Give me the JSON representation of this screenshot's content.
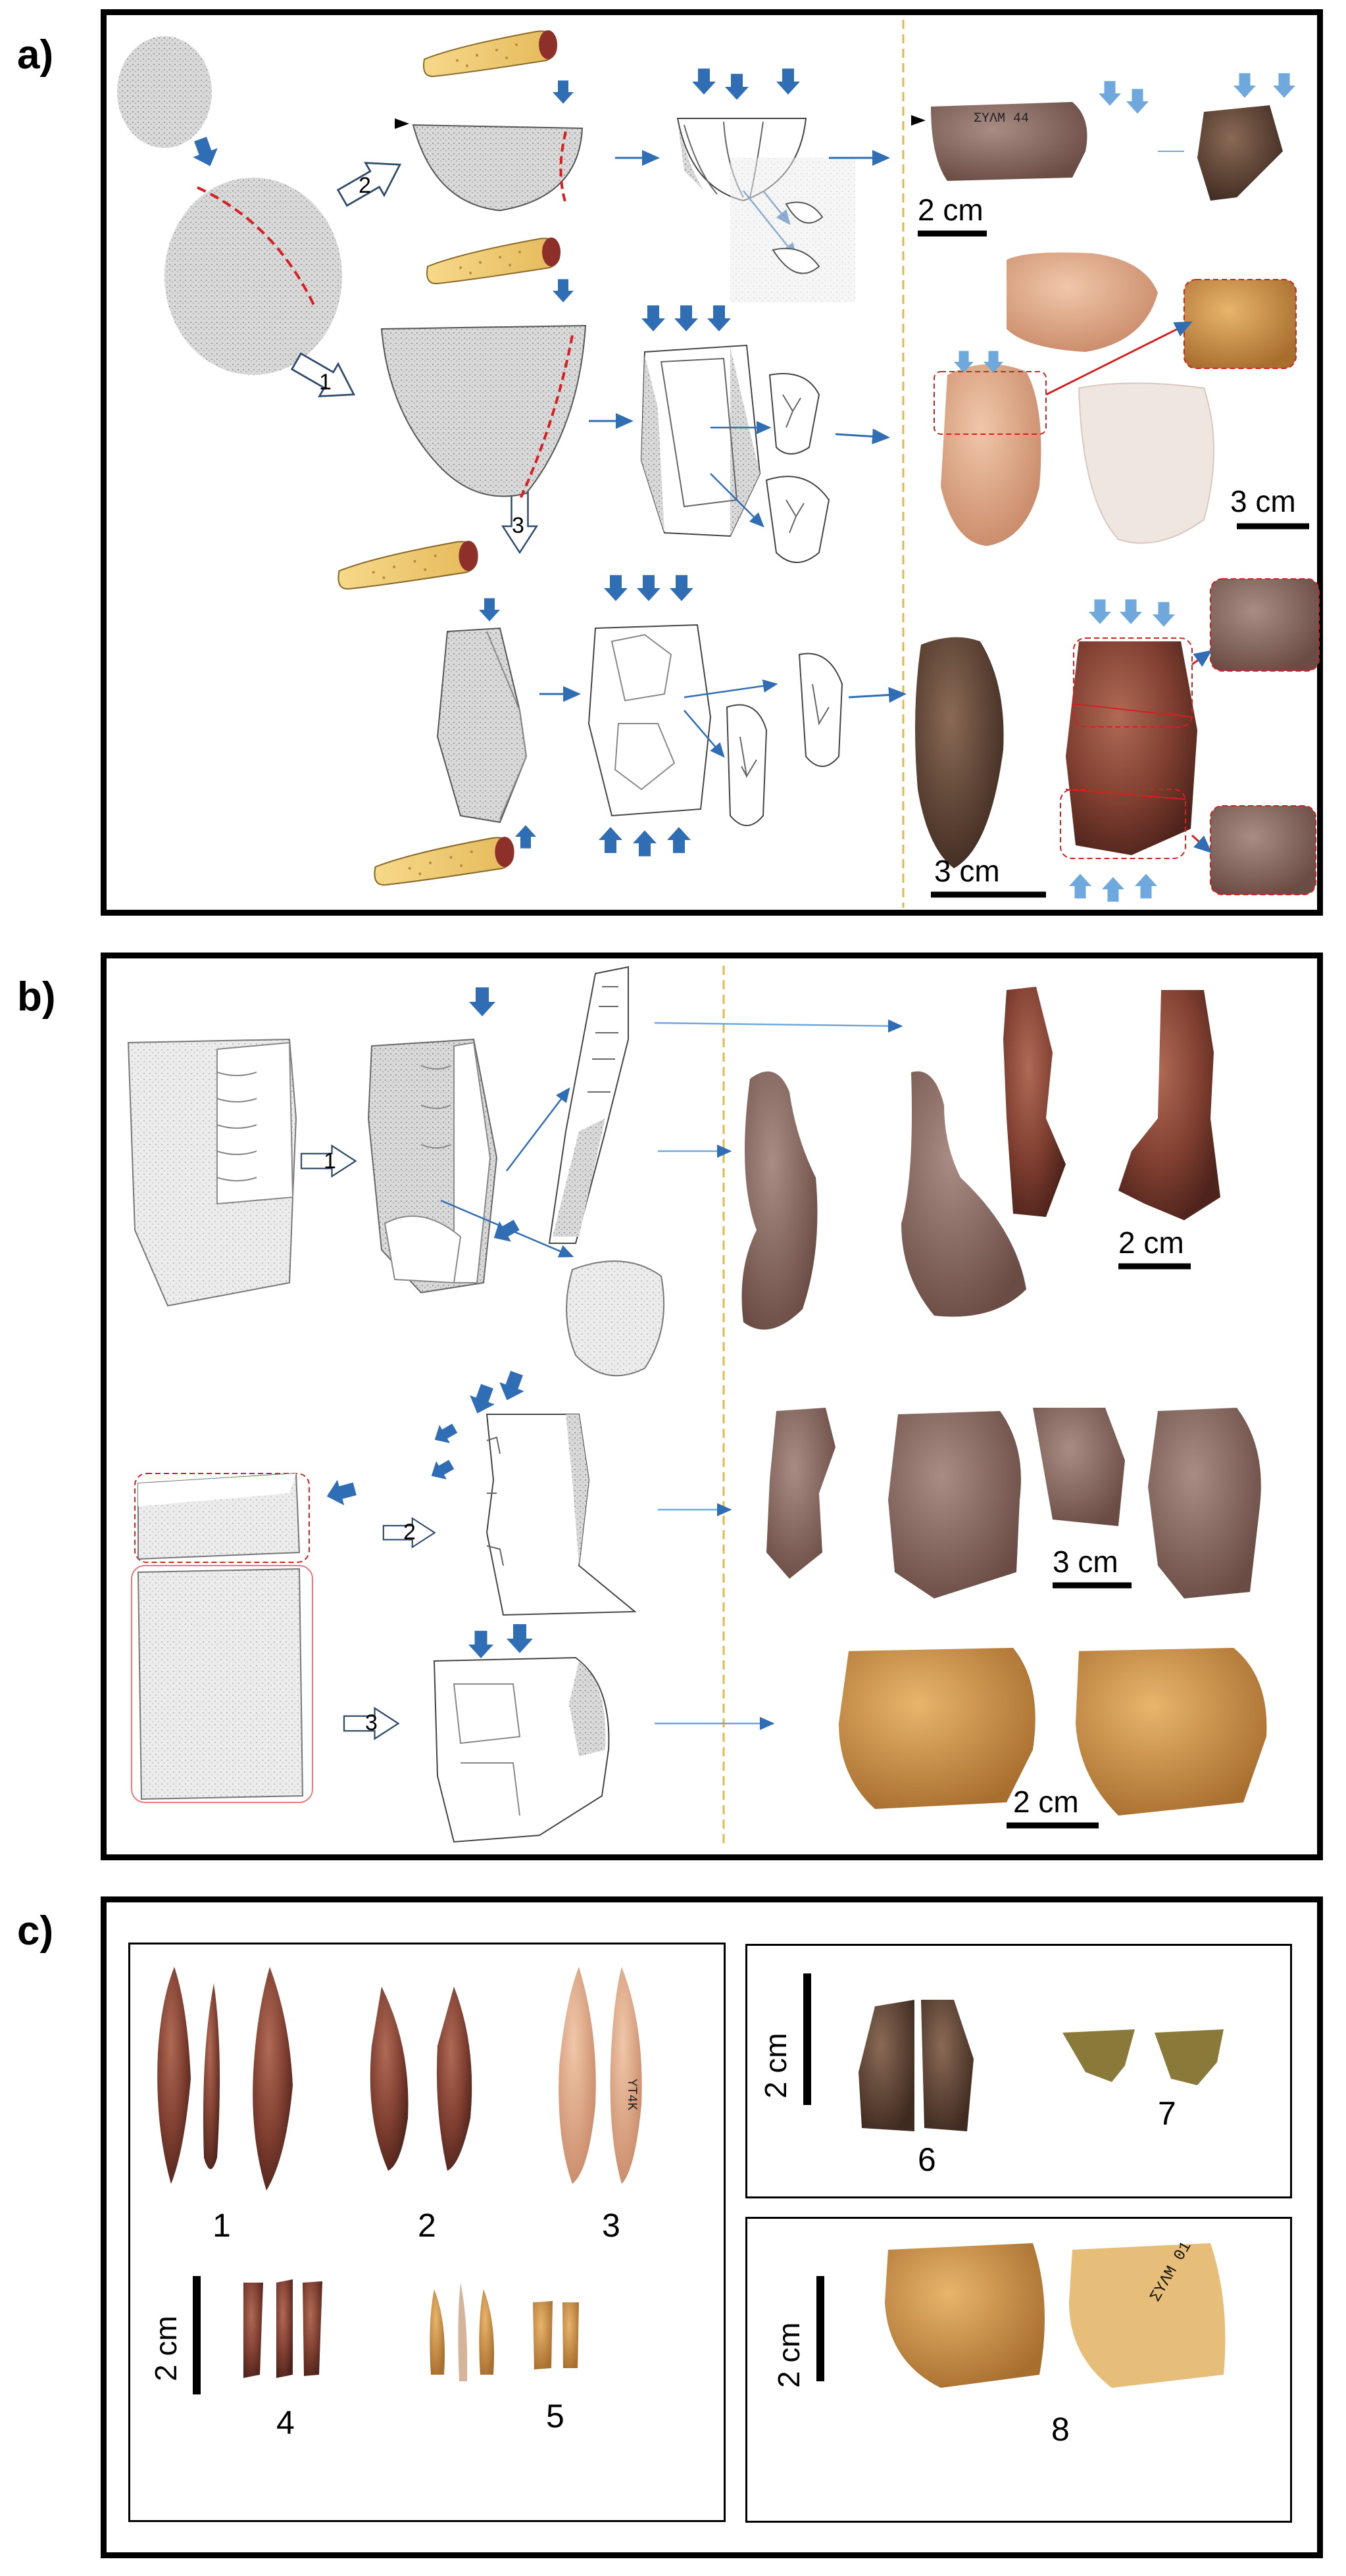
{
  "panels": {
    "a": {
      "label": "a)",
      "scales": [
        "2 cm",
        "3 cm",
        "3 cm"
      ],
      "steps": [
        "2",
        "1",
        "3"
      ]
    },
    "b": {
      "label": "b)",
      "scales": [
        "2 cm",
        "3 cm",
        "2 cm"
      ],
      "steps": [
        "1",
        "2",
        "3"
      ]
    },
    "c": {
      "label": "c)",
      "scales": [
        "2 cm",
        "2 cm",
        "2 cm"
      ],
      "artefacts": [
        "1",
        "2",
        "3",
        "4",
        "5",
        "6",
        "7",
        "8"
      ]
    }
  },
  "colors": {
    "arrow_blue": "#2f6db5",
    "light_blue": "#6fa8dc",
    "guide_yellow": "#e0b84a",
    "red_dash": "#d42020"
  }
}
